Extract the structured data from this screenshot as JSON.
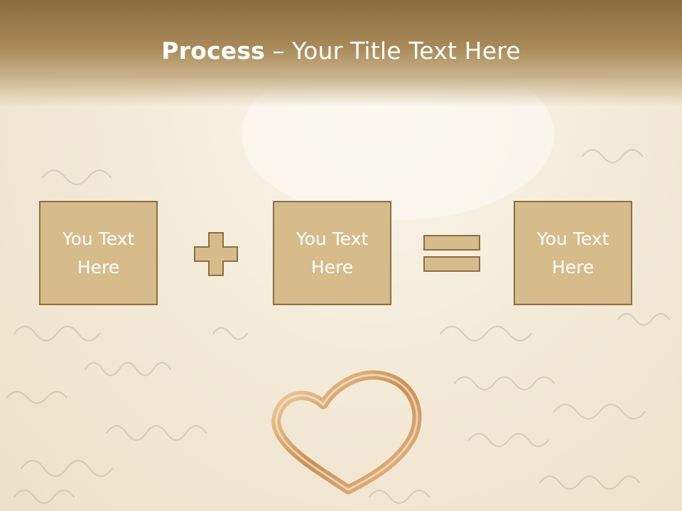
{
  "slide": {
    "title_bold": "Process",
    "title_rest": " – Your Title Text Here",
    "boxes": [
      {
        "line1": "You Text",
        "line2": "Here"
      },
      {
        "line1": "You Text",
        "line2": "Here"
      },
      {
        "line1": "You Text",
        "line2": "Here"
      }
    ],
    "operators": [
      "plus-icon",
      "equals-icon"
    ]
  },
  "colors": {
    "header": "#8a6d3f",
    "box_fill": "#d6bb8b",
    "box_border": "#8c6e42",
    "text": "#ffffff"
  }
}
